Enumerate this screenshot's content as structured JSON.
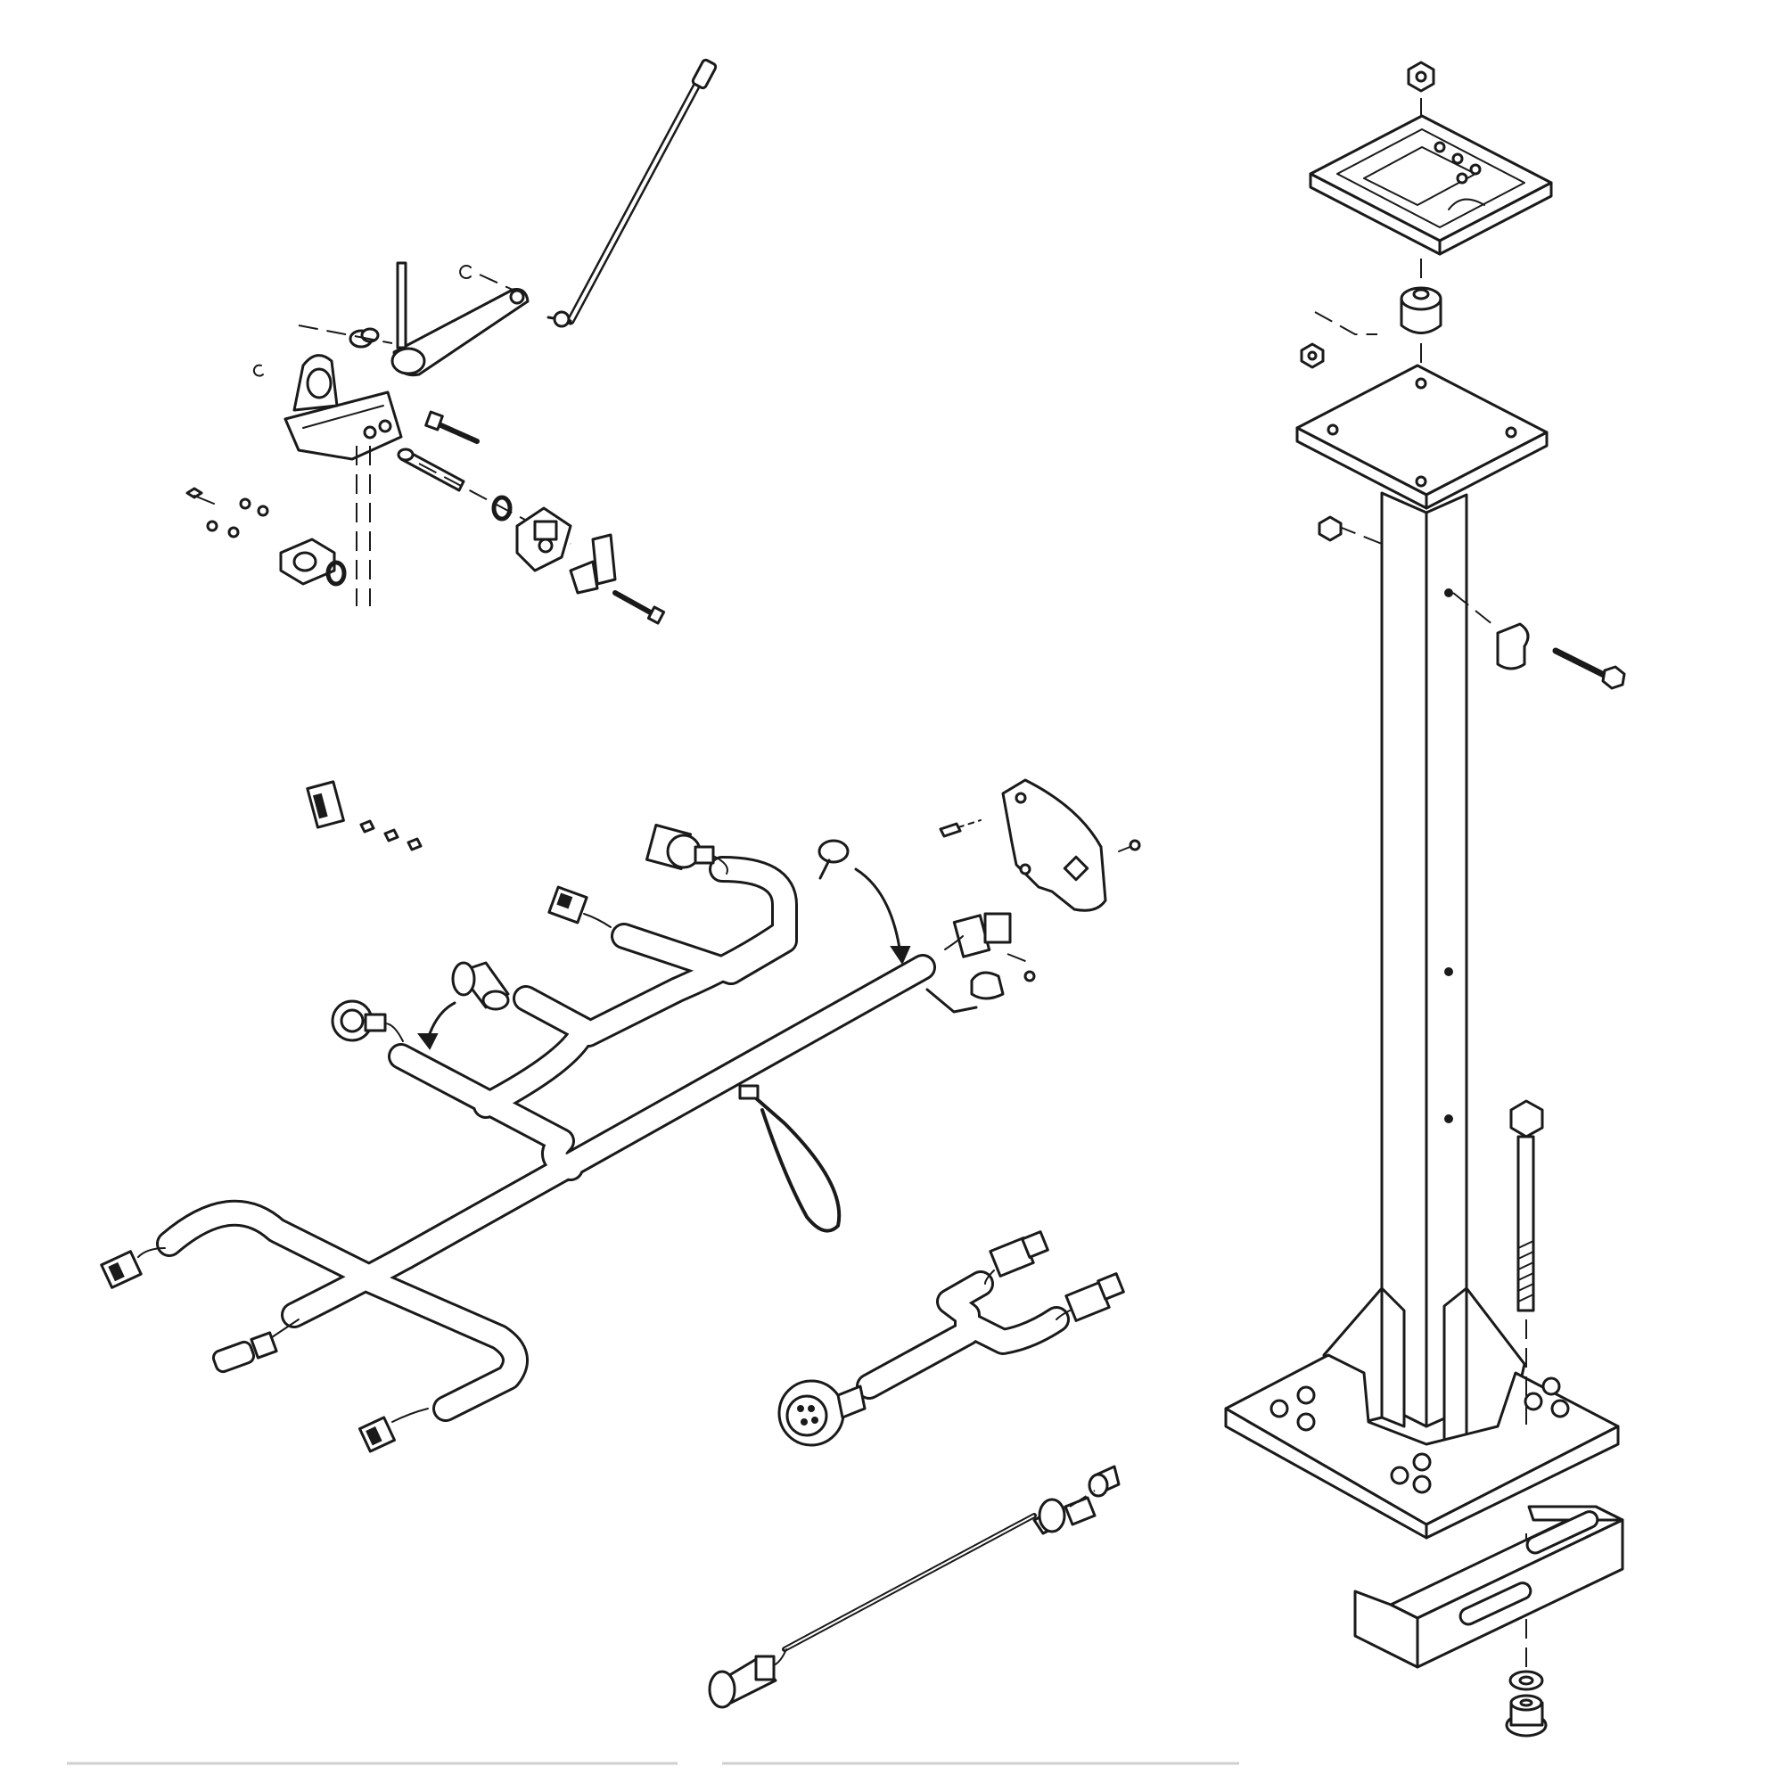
{
  "figure": {
    "groups": [
      "linkage-assembly",
      "wire-harness",
      "adapter-harness",
      "extension-cable",
      "mounting-pedestal"
    ]
  }
}
